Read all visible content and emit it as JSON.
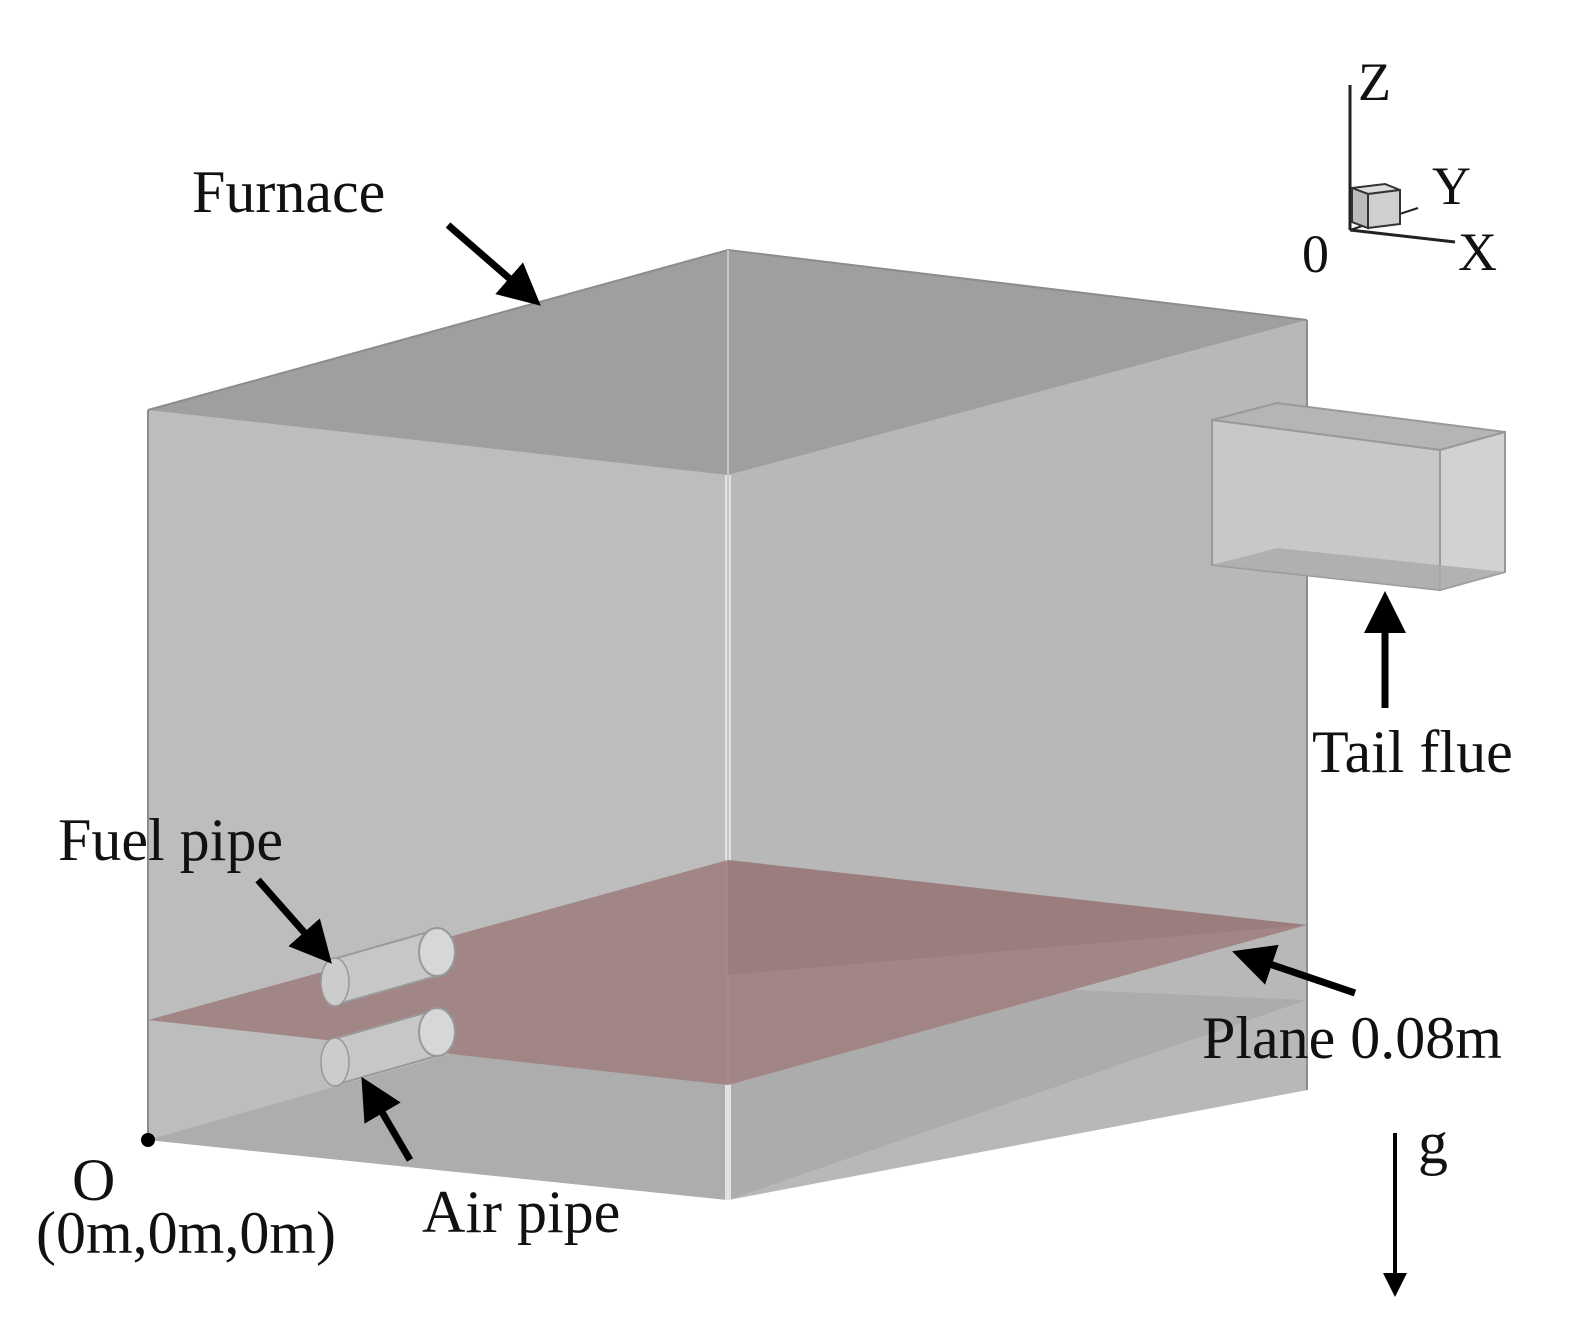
{
  "labels": {
    "furnace": "Furnace",
    "tail_flue": "Tail flue",
    "fuel_pipe": "Fuel pipe",
    "air_pipe": "Air pipe",
    "plane": "Plane 0.08m",
    "origin_letter": "O",
    "origin_coords": "(0m,0m,0m)",
    "gravity": "g"
  },
  "axes": {
    "z": "Z",
    "y": "Y",
    "x": "X",
    "zero": "0"
  },
  "colors": {
    "furnace_face_light": "#bcbcbc",
    "furnace_face_dark": "#a9a9a9",
    "furnace_top": "#9e9e9e",
    "plane": "#a08080",
    "edge": "#888888"
  }
}
